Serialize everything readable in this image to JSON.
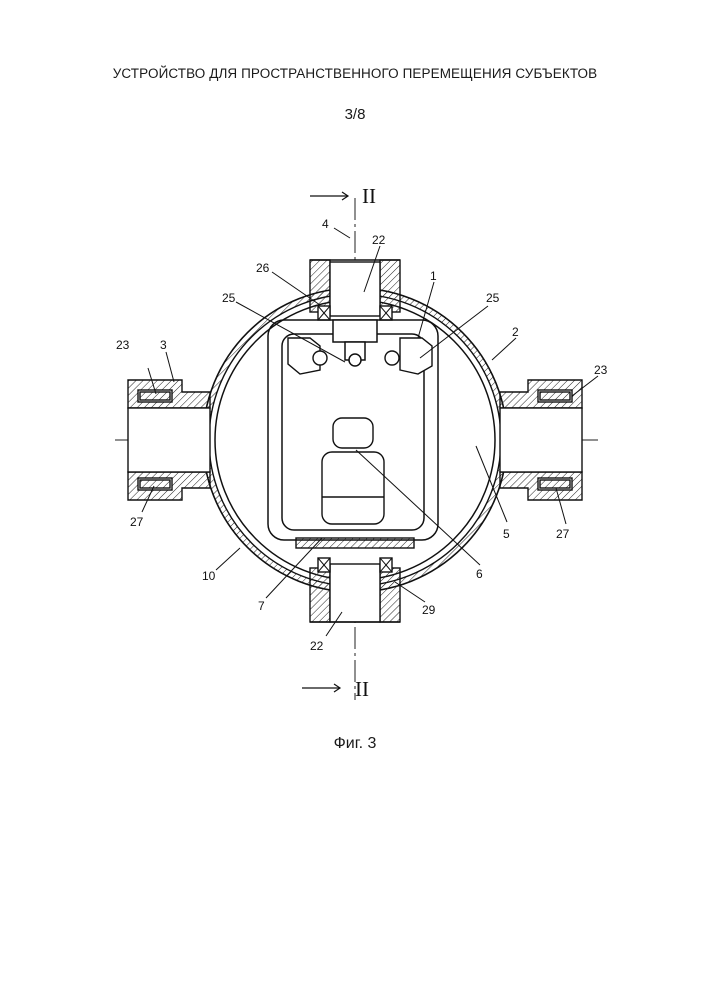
{
  "header": {
    "title": "УСТРОЙСТВО ДЛЯ ПРОСТРАНСТВЕННОГО ПЕРЕМЕЩЕНИЯ СУБЪЕКТОВ",
    "sheet": "3/8"
  },
  "figure": {
    "caption": "Фиг. 3",
    "section_marks": {
      "top": "II",
      "bottom": "II"
    },
    "labels": {
      "l4": "4",
      "l22_top": "22",
      "l26": "26",
      "l1": "1",
      "l25_left": "25",
      "l25_right": "25",
      "l2": "2",
      "l23_left": "23",
      "l3": "3",
      "l23_right": "23",
      "l27_left": "27",
      "l27_right": "27",
      "l5": "5",
      "l10": "10",
      "l6": "6",
      "l7": "7",
      "l29": "29",
      "l22_bottom": "22"
    }
  }
}
